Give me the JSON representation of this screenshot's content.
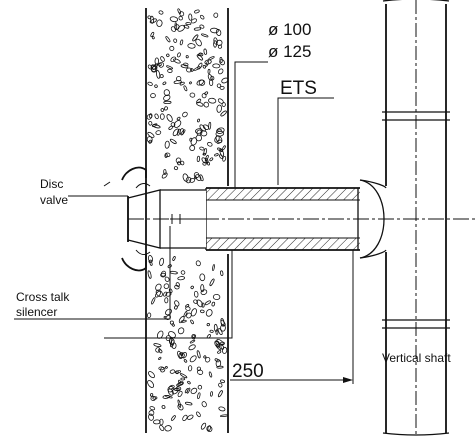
{
  "labels": {
    "diameter_inner": "ø 100",
    "diameter_outer": "ø 125",
    "ets": "ETS",
    "disc_valve_line1": "Disc",
    "disc_valve_line2": "valve",
    "cross_talk_line1": "Cross talk",
    "cross_talk_line2": "silencer",
    "length": "250",
    "vertical_shaft": "Vertical shaft"
  }
}
